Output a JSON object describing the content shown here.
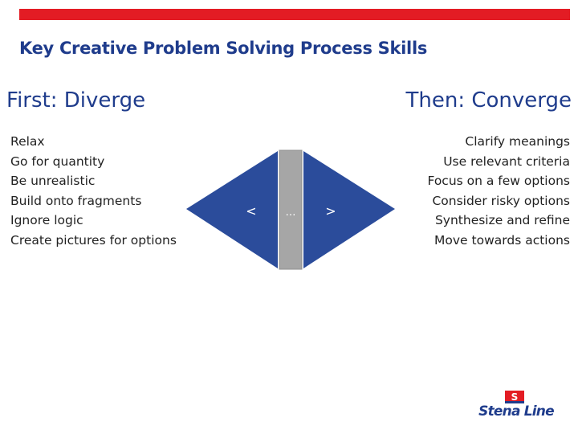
{
  "slide": {
    "title": "Key Creative Problem Solving Process Skills",
    "accent_color": "#e31c24",
    "text_color": "#1f3c8c"
  },
  "diverge": {
    "heading": "First: Diverge",
    "items": [
      "Relax",
      "Go for quantity",
      "Be unrealistic",
      "Build onto fragments",
      "Ignore logic",
      "Create pictures for options"
    ]
  },
  "converge": {
    "heading": "Then: Converge",
    "items": [
      "Clarify meanings",
      "Use relevant criteria",
      "Focus on a few options",
      "Consider risky options",
      "Synthesize and refine",
      "Move towards actions"
    ]
  },
  "diagram": {
    "left_symbol": "<",
    "middle_symbol": "…",
    "right_symbol": ">",
    "triangle_color": "#2b4c9b",
    "bar_color": "#a6a6a6"
  },
  "logo": {
    "text": "Stena Line",
    "badge_letter": "S",
    "badge_color": "#e31c24"
  }
}
